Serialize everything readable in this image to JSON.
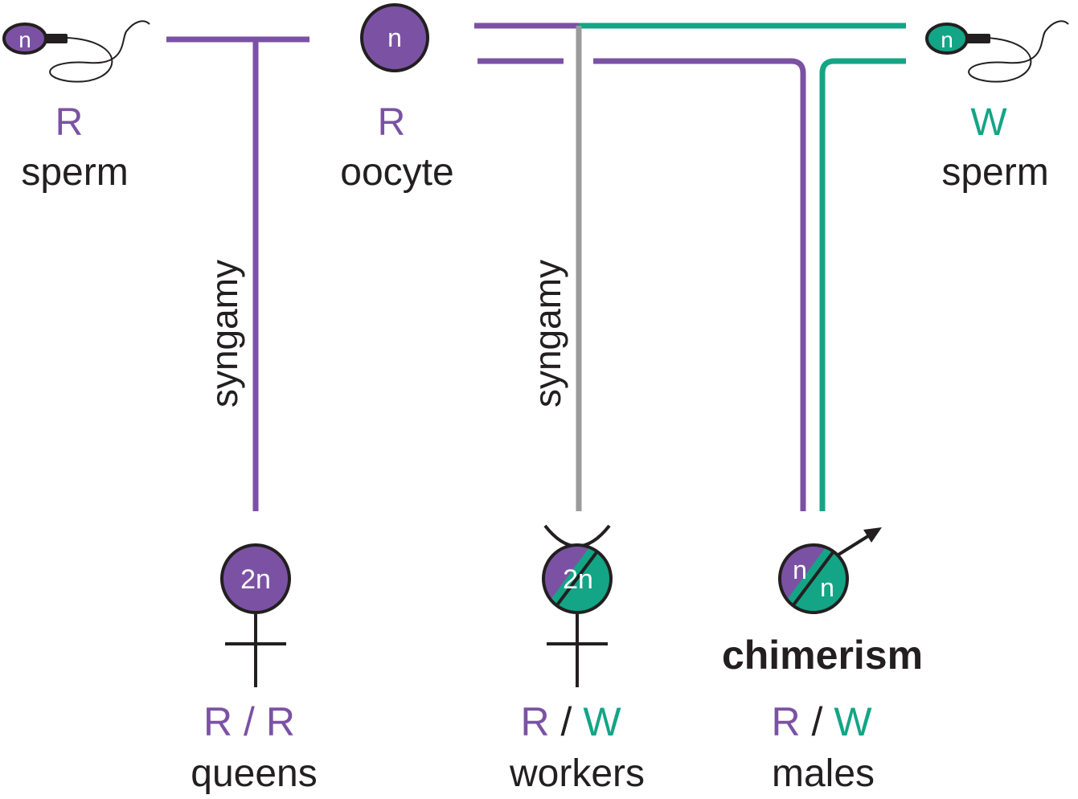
{
  "colors": {
    "purple": "#7b52a3",
    "green": "#13a586",
    "gray": "#9b9b9b",
    "dark": "#231f20"
  },
  "gametes": {
    "sperm_r": {
      "ploidy": "n",
      "genotype": "R",
      "label": "sperm"
    },
    "oocyte": {
      "ploidy": "n",
      "genotype": "R",
      "label": "oocyte"
    },
    "sperm_w": {
      "ploidy": "n",
      "genotype": "W",
      "label": "sperm"
    }
  },
  "process": {
    "syngamy_left": "syngamy",
    "syngamy_right": "syngamy",
    "chimerism": "chimerism"
  },
  "offspring": {
    "queens": {
      "ploidy": "2n",
      "allele_a": "R",
      "separator": "/",
      "allele_b": "R",
      "label": "queens"
    },
    "workers": {
      "ploidy": "2n",
      "allele_a": "R",
      "separator": "/",
      "allele_b": "W",
      "label": "workers"
    },
    "males": {
      "ploidy_a": "n",
      "ploidy_b": "n",
      "allele_a": "R",
      "separator": "/",
      "allele_b": "W",
      "label": "males"
    }
  }
}
